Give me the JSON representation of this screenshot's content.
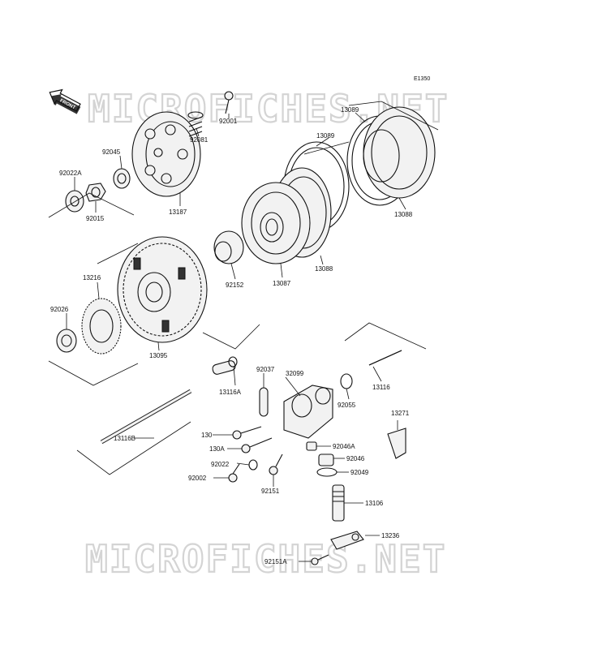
{
  "diagram": {
    "code": "E1350",
    "front_label": "FRONT",
    "watermark_top": "MICROFICHES.NET",
    "watermark_bottom": "MICROFICHES.NET",
    "parts": [
      "92001",
      "92081",
      "92045",
      "92022A",
      "92015",
      "13187",
      "13089",
      "13089",
      "13088",
      "13087",
      "13088",
      "92152",
      "13216",
      "92026",
      "13095",
      "13116A",
      "92037",
      "32099",
      "92055",
      "13116",
      "13116B",
      "13271",
      "130",
      "130A",
      "92022",
      "92002",
      "92151",
      "92046A",
      "92046",
      "92049",
      "13106",
      "13236",
      "92151A"
    ]
  }
}
